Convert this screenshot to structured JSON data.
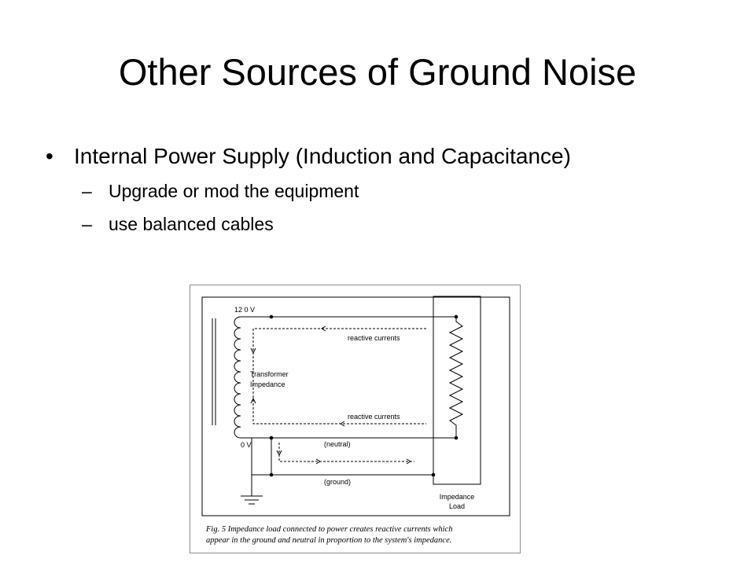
{
  "slide": {
    "title": "Other Sources of Ground Noise",
    "bullets": [
      {
        "text": "Internal Power Supply (Induction and Capacitance)",
        "subitems": [
          "Upgrade or mod the equipment",
          "use balanced cables"
        ]
      }
    ]
  },
  "figure": {
    "labels": {
      "v120": "12 0 V",
      "v0": "0 V",
      "reactive_top": "reactive currents",
      "reactive_bottom": "reactive currents",
      "transformer_l1": "Transformer",
      "transformer_l2": "Impedance",
      "neutral": "(neutral)",
      "ground": "(ground)",
      "load_l1": "Impedance",
      "load_l2": "Load"
    },
    "caption": {
      "line1": "Fig. 5  Impedance load connected to power creates reactive currents which",
      "line2": "appear in the ground and neutral in proportion to the system's impedance."
    }
  }
}
